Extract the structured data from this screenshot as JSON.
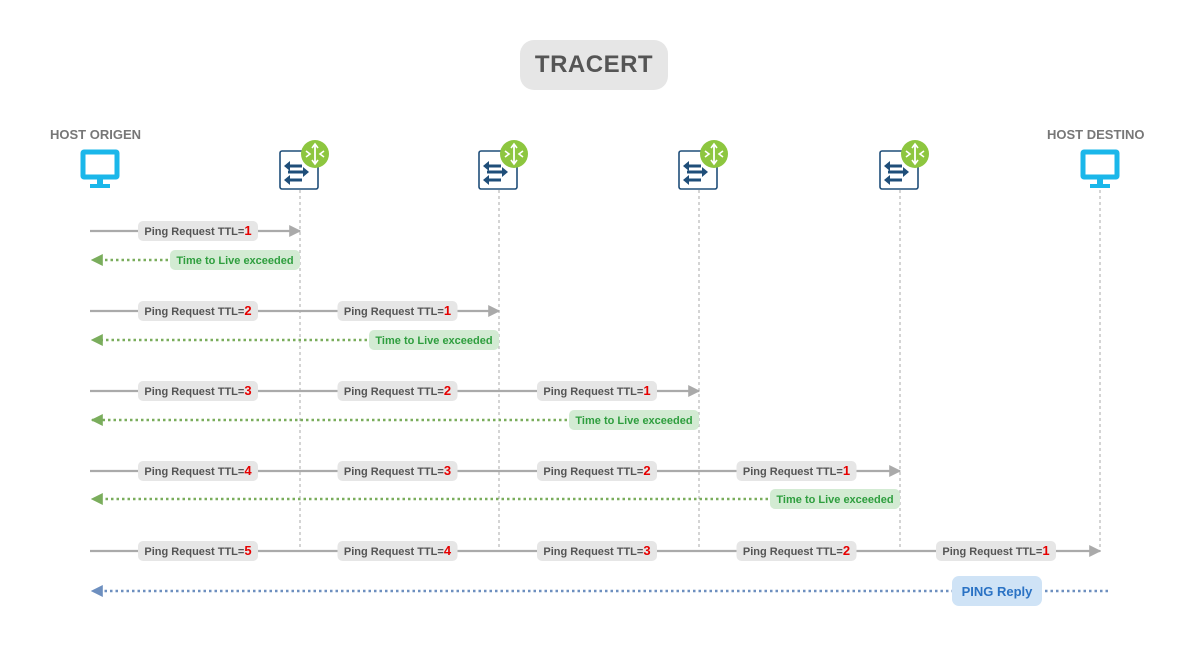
{
  "title": "TRACERT",
  "hosts": {
    "origin_label": "HOST ORIGEN",
    "dest_label": "HOST DESTINO"
  },
  "labels": {
    "request_prefix": "Ping Request TTL=",
    "ttl_exceeded": "Time to Live exceeded",
    "reply": "PING Reply"
  },
  "rounds": [
    {
      "ttl_sequence": [
        1
      ],
      "response": "Time to Live exceeded"
    },
    {
      "ttl_sequence": [
        2,
        1
      ],
      "response": "Time to Live exceeded"
    },
    {
      "ttl_sequence": [
        3,
        2,
        1
      ],
      "response": "Time to Live exceeded"
    },
    {
      "ttl_sequence": [
        4,
        3,
        2,
        1
      ],
      "response": "Time to Live exceeded"
    },
    {
      "ttl_sequence": [
        5,
        4,
        3,
        2,
        1
      ],
      "response": "PING Reply"
    }
  ],
  "routers": [
    {
      "icon": "router-icon"
    },
    {
      "icon": "router-icon"
    },
    {
      "icon": "router-icon"
    },
    {
      "icon": "router-icon"
    }
  ],
  "colors": {
    "request_arrow": "#aaaaaa",
    "label_bg": "#e6e6e6",
    "label_text": "#555555",
    "ttl_value": "#e60000",
    "exceeded_line": "#7aad5c",
    "exceeded_bg": "#d3ebd3",
    "exceeded_text": "#2e9e3e",
    "reply_line": "#6d8fbf",
    "reply_bg": "#cfe3f6",
    "reply_text": "#2a72c4",
    "host_icon": "#1ab7ea",
    "router_border": "#1f4e79",
    "router_badge": "#8dc63f"
  }
}
